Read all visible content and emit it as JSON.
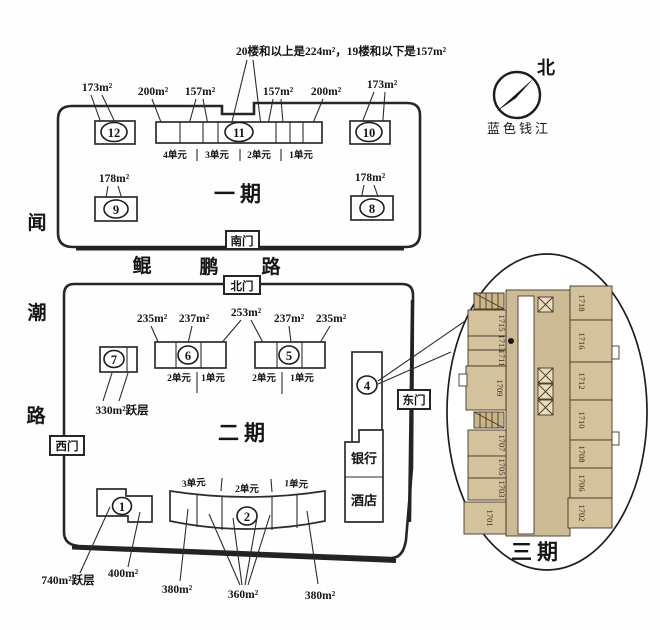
{
  "note": "20楼和以上是224m²，19楼和以下是157m²",
  "compass": {
    "north": "北",
    "project": "蓝色钱江"
  },
  "roads": {
    "wenchao": [
      "闻",
      "潮",
      "路"
    ],
    "kunpeng": [
      "鲲",
      "鹏",
      "路"
    ]
  },
  "gates": {
    "south": "南门",
    "north": "北门",
    "west": "西门",
    "east": "东门"
  },
  "phase1": {
    "name": "一期",
    "b12": "12",
    "b11": "11",
    "b10": "10",
    "b9": "9",
    "b8": "8",
    "area_12": "173m²",
    "area_11_200l": "200m²",
    "area_11_157l": "157m²",
    "area_11_157r": "157m²",
    "area_11_200r": "200m²",
    "area_10": "173m²",
    "area_9": "178m²",
    "area_8": "178m²",
    "units": [
      "4单元",
      "3单元",
      "2单元",
      "1单元"
    ]
  },
  "phase2": {
    "name": "二期",
    "b7": "7",
    "b6": "6",
    "b5": "5",
    "b4": "4",
    "b1": "1",
    "b2": "2",
    "area_7": "330m²跃层",
    "area_6_l": "235m²",
    "area_6_r": "237m²",
    "area_mid": "253m²",
    "area_5_l": "237m²",
    "area_5_r": "235m²",
    "area_1": "740m²跃层",
    "area_1b": "400m²",
    "area_2_l": "380m²",
    "area_2_m": "360m²",
    "area_2_r": "380m²",
    "units_6": [
      "2单元",
      "1单元"
    ],
    "units_5": [
      "2单元",
      "1单元"
    ],
    "units_2": [
      "3单元",
      "2单元",
      "1单元"
    ],
    "bank": "银行",
    "hotel": "酒店"
  },
  "phase3": {
    "name": "三期",
    "rooms_left": [
      "1715",
      "1713",
      "1711",
      "1709",
      "1707",
      "1705",
      "1703",
      "1701"
    ],
    "rooms_right": [
      "1718",
      "1716",
      "1712",
      "1710",
      "1708",
      "1706",
      "1702"
    ]
  },
  "colors": {
    "room_fill": "#d4c29c",
    "core_fill": "#cdbb95",
    "paper": "#fefefe"
  }
}
